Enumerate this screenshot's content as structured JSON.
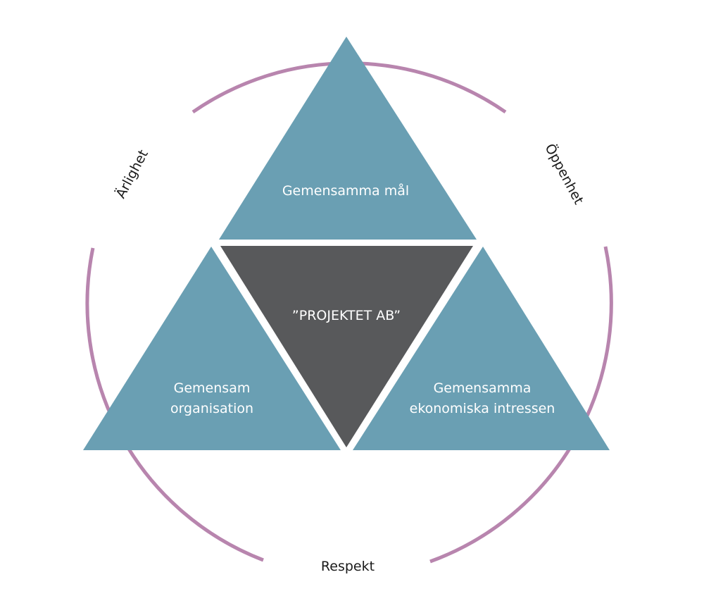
{
  "diagram": {
    "colors": {
      "outer_triangles": "#6a9fb3",
      "center_triangle": "#58595b",
      "circle_arcs": "#b885ae",
      "background": "#ffffff"
    },
    "center": {
      "label": "”PROJEKTET AB”"
    },
    "top": {
      "label": "Gemensamma mål"
    },
    "left": {
      "line1": "Gemensam",
      "line2": "organisation"
    },
    "right": {
      "line1": "Gemensamma",
      "line2": "ekonomiska intressen"
    },
    "values": {
      "left": "Ärlighet",
      "right": "Öppenhet",
      "bottom": "Respekt"
    }
  }
}
